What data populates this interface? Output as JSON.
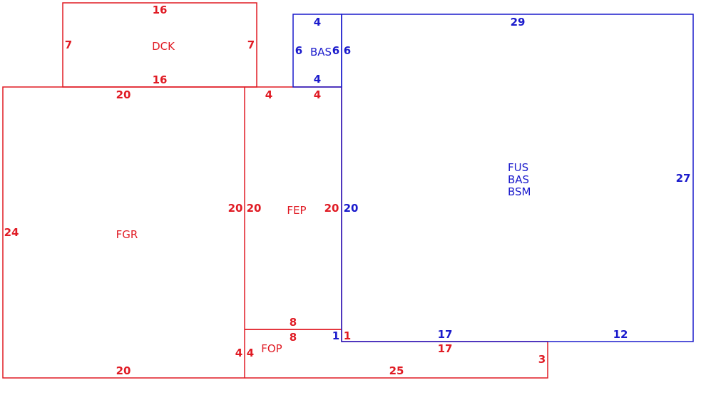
{
  "colors": {
    "red": "#e01b24",
    "blue": "#1a1acc",
    "background": "#ffffff"
  },
  "areas": {
    "dck": {
      "code": "DCK",
      "top": "16",
      "bottom": "16",
      "left": "7",
      "right": "7"
    },
    "bas_small": {
      "code": "BAS",
      "top": "4",
      "bottom": "4",
      "left": "6",
      "right_outer": "6",
      "right_inner": "6"
    },
    "fus_main": {
      "codes": [
        "FUS",
        "BAS",
        "BSM"
      ],
      "top": "29",
      "right": "27",
      "left": "20",
      "bottom_left": "17",
      "bottom_right": "12",
      "corner": "1"
    },
    "fgr": {
      "code": "FGR",
      "top": "20",
      "bottom": "20",
      "left": "24",
      "right": "20"
    },
    "fep": {
      "code": "FEP",
      "top_left": "4",
      "top_right": "4",
      "left": "20",
      "right": "20",
      "bottom": "8"
    },
    "fop": {
      "code": "FOP",
      "top": "8",
      "left_outer": "4",
      "left_inner": "4",
      "corner": "1",
      "top_right": "17",
      "right": "3",
      "bottom": "25"
    }
  }
}
